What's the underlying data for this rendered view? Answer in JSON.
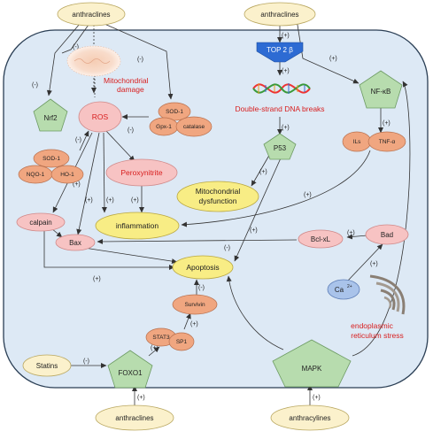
{
  "colors": {
    "cell": "#dde9f5",
    "cell_border": "#2b3f55",
    "anthra_fill": "#fbf1cc",
    "green_fill": "#b7dcae",
    "salmon_fill": "#f0a680",
    "pink_fill": "#f7c3c3",
    "yellow_fill": "#f8ed85",
    "blue_fill": "#a9c3ea",
    "top2_fill": "#2d6bd3",
    "red_text": "#d81e1e"
  },
  "nodes": {
    "anthra_top_left": "anthraclines",
    "anthra_top_right": "anthraclines",
    "anthra_bottom_left": "anthraclines",
    "anthra_bottom_right": "anthracylines",
    "nrf2": "Nrf2",
    "mito_damage": [
      "Mitochondrial",
      "damage"
    ],
    "ros": "ROS",
    "sod1_right": "SOD-1",
    "gpx1": "Gpx-1",
    "catalase": "catalase",
    "top2b": "TOP 2 β",
    "dsb": "Double-strand DNA breaks",
    "nfkb": "NF-κB",
    "p53": "P53",
    "ils": "ILs",
    "tnfa": "TNF-α",
    "sod1_left": "SOD-1",
    "nqo1": "NQO-1",
    "ho1": "HO-1",
    "peroxynitrite": "Peroxynitrite",
    "mito_dysfunction": [
      "Mitochondrial",
      "dysfunction"
    ],
    "calpain": "calpain",
    "inflammation": "inflammation",
    "bax": "Bax",
    "bclxl": "Bcl-xL",
    "bad": "Bad",
    "apoptosis": "Apoptosis",
    "ca2": "Ca",
    "ca2_sup": "2+",
    "er_stress": [
      "endoplasmic",
      "reticulum stress"
    ],
    "survivin": "Survivin",
    "stat3": "STAT3",
    "sp1": "SP1",
    "statins": "Statins",
    "foxo1": "FOXO1",
    "mapk": "MAPK"
  },
  "edge_labels": {
    "plus": "(+)",
    "minus": "(-)"
  }
}
